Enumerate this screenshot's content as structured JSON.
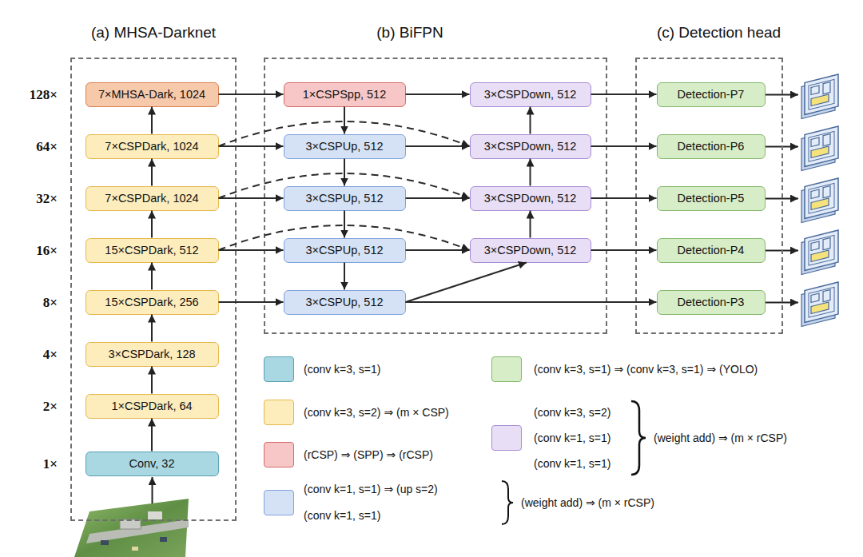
{
  "diagram": {
    "nodes": [
      {
        "text": [
          "(a) MHSA-Darknet"
        ]
      },
      {
        "text": [
          "7×MHSA-Dark, 1024"
        ],
        "in": 0
      },
      {
        "text": [
          "7×CSPDark, 1024"
        ],
        "in": 0
      },
      {
        "text": [
          "7×CSPDark, 1024"
        ],
        "in": 0
      },
      {
        "text": [
          "15×CSPDark, 512"
        ],
        "in": 0
      },
      {
        "text": [
          "15×CSPDark, 256"
        ],
        "in": 0
      },
      {
        "text": [
          "3×CSPDark, 128"
        ],
        "in": 0
      },
      {
        "text": [
          "1×CSPDark, 64"
        ],
        "in": 0
      },
      {
        "text": [
          "Conv, 32"
        ],
        "in": 0
      },
      {
        "text": [
          "(b) BiFPN"
        ]
      },
      {
        "text": [
          "1×CSPSpp, 512"
        ],
        "in": 9
      },
      {
        "text": [
          "3×CSPUp, 512"
        ],
        "in": 9
      },
      {
        "text": [
          "3×CSPUp, 512"
        ],
        "in": 9
      },
      {
        "text": [
          "3×CSPUp, 512"
        ],
        "in": 9
      },
      {
        "text": [
          "3×CSPUp, 512"
        ],
        "in": 9
      },
      {
        "text": [
          "3×CSPDown, 512"
        ],
        "in": 9
      },
      {
        "text": [
          "3×CSPDown, 512"
        ],
        "in": 9
      },
      {
        "text": [
          "3×CSPDown, 512"
        ],
        "in": 9
      },
      {
        "text": [
          "3×CSPDown, 512"
        ],
        "in": 9
      },
      {
        "text": [
          "(c) Detection head"
        ]
      },
      {
        "text": [
          "Detection-P7"
        ],
        "in": 19
      },
      {
        "text": [
          "Detection-P6"
        ],
        "in": 19
      },
      {
        "text": [
          "Detection-P5"
        ],
        "in": 19
      },
      {
        "text": [
          "Detection-P4"
        ],
        "in": 19
      },
      {
        "text": [
          "Detection-P3"
        ],
        "in": 19
      }
    ],
    "edges": [
      {
        "from": 8,
        "to": 7,
        "arrow": "to"
      },
      {
        "from": 7,
        "to": 6,
        "arrow": "to"
      },
      {
        "from": 6,
        "to": 5,
        "arrow": "to"
      },
      {
        "from": 5,
        "to": 4,
        "arrow": "to"
      },
      {
        "from": 4,
        "to": 3,
        "arrow": "to"
      },
      {
        "from": 3,
        "to": 2,
        "arrow": "to"
      },
      {
        "from": 2,
        "to": 1,
        "arrow": "to"
      },
      {
        "from": 1,
        "to": 10,
        "arrow": "to"
      },
      {
        "from": 2,
        "to": 11,
        "arrow": "to"
      },
      {
        "from": 3,
        "to": 12,
        "arrow": "to"
      },
      {
        "from": 4,
        "to": 13,
        "arrow": "to"
      },
      {
        "from": 5,
        "to": 14,
        "arrow": "to"
      },
      {
        "from": 10,
        "to": 11,
        "arrow": "to"
      },
      {
        "from": 11,
        "to": 12,
        "arrow": "to"
      },
      {
        "from": 12,
        "to": 13,
        "arrow": "to"
      },
      {
        "from": 13,
        "to": 14,
        "arrow": "to"
      },
      {
        "from": 10,
        "to": 15,
        "arrow": "to"
      },
      {
        "from": 2,
        "to": 16,
        "arrow": "to"
      },
      {
        "from": 3,
        "to": 17,
        "arrow": "to"
      },
      {
        "from": 4,
        "to": 18,
        "arrow": "to"
      },
      {
        "from": 11,
        "to": 16,
        "arrow": "to"
      },
      {
        "from": 12,
        "to": 17,
        "arrow": "to"
      },
      {
        "from": 13,
        "to": 18,
        "arrow": "to"
      },
      {
        "from": 14,
        "to": 18,
        "arrow": "to"
      },
      {
        "from": 18,
        "to": 17,
        "arrow": "to"
      },
      {
        "from": 17,
        "to": 16,
        "arrow": "to"
      },
      {
        "from": 16,
        "to": 15,
        "arrow": "to"
      },
      {
        "from": 15,
        "to": 20,
        "arrow": "to"
      },
      {
        "from": 16,
        "to": 21,
        "arrow": "to"
      },
      {
        "from": 17,
        "to": 22,
        "arrow": "to"
      },
      {
        "from": 18,
        "to": 23,
        "arrow": "to"
      },
      {
        "from": 14,
        "to": 24,
        "arrow": "to"
      }
    ],
    "labels": [
      "128×",
      "64×",
      "32×",
      "16×",
      "8×",
      "4×",
      "2×",
      "1×",
      "(conv k=1, s=1)",
      "(weight add) ⇒ (m × rCSP)",
      "(conv k=1, s=1)",
      "(conv k=1, s=1)",
      "(weight add) ⇒ (m × rCSP)"
    ],
    "legend": [
      {
        "text": "(conv k=3, s=1)",
        "color": "#a9d8e3"
      },
      {
        "text": "(conv k=3, s=2) ⇒ (m × CSP)",
        "color": "#fdecbc"
      },
      {
        "text": "(rCSP) ⇒ (SPP) ⇒ (rCSP)",
        "color": "#f7c7c7"
      },
      {
        "text": "(conv k=1, s=1) ⇒ (up s=2)",
        "color": "#d5e2f6"
      },
      {
        "text": "(conv k=3, s=1) ⇒ (conv k=3, s=1) ⇒ (YOLO)",
        "color": "#d7edc7"
      },
      {
        "text": "(conv k=3, s=2)",
        "color": "#e8def5"
      }
    ]
  }
}
